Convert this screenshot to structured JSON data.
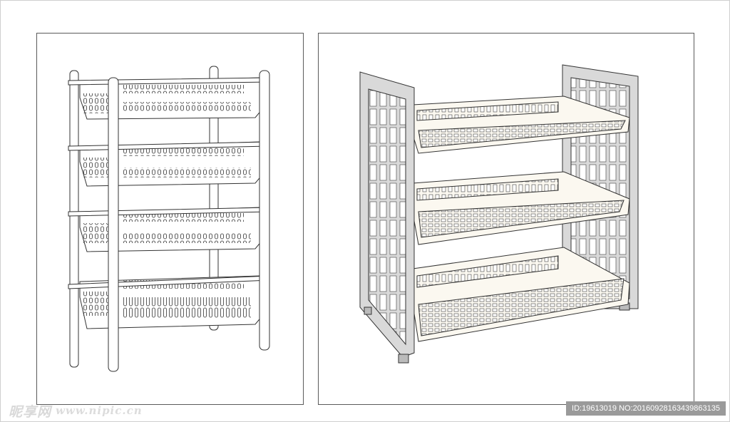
{
  "panels": [
    {
      "name": "left-panel",
      "content": "four-tier basket rack line drawing"
    },
    {
      "name": "right-panel",
      "content": "three-tier shelf rack line drawing"
    }
  ],
  "watermark": {
    "logo_text": "昵享网",
    "site_text": "www.nipic.cn"
  },
  "image_id": {
    "text": "ID:19613019 NO:20160928163439863135"
  },
  "colors": {
    "panel_border": "#5a5a5a",
    "rack_frame": "#d8d8d8",
    "tray_fill": "#fbf8f0",
    "id_bar": "#9a9a9a"
  }
}
